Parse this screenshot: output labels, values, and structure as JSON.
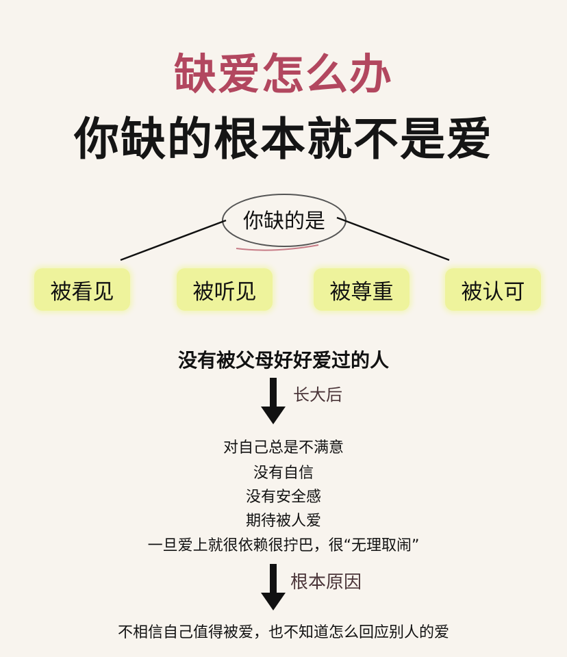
{
  "title": {
    "line1": "缺爱怎么办",
    "line2": "你缺的根本就不是爱"
  },
  "hub": "你缺的是",
  "needs": [
    "被看见",
    "被听见",
    "被尊重",
    "被认可"
  ],
  "subject": "没有被父母好好爱过的人",
  "arrow1_label": "长大后",
  "symptoms": [
    "对自己总是不满意",
    "没有自信",
    "没有安全感",
    "期待被人爱",
    "一旦爱上就很依赖很拧巴，很“无理取闹”"
  ],
  "arrow2_label": "根本原因",
  "root_cause": "不相信自己值得被爱，也不知道怎么回应别人的爱",
  "colors": {
    "title_accent": "#b2475f",
    "box_fill": "#eef39c",
    "background": "#f8f4ee"
  }
}
